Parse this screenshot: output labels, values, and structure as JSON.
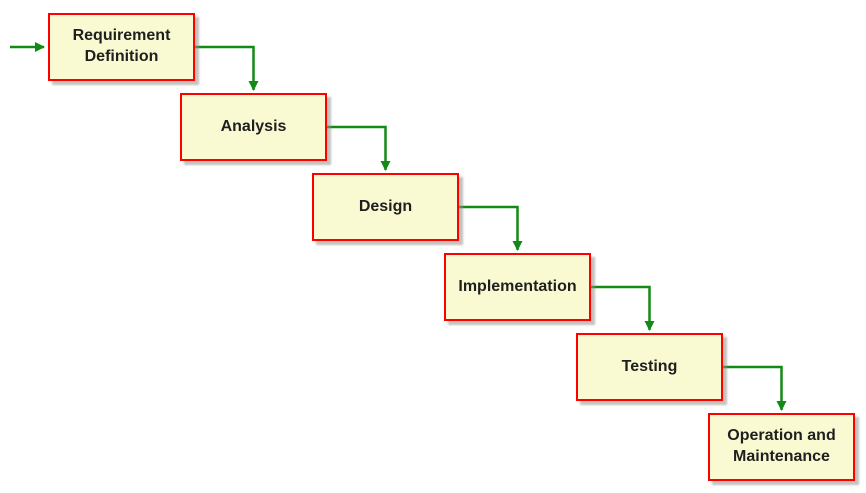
{
  "diagram": {
    "type": "flowchart",
    "model": "waterfall",
    "steps": [
      {
        "label": "Requirement Definition"
      },
      {
        "label": "Analysis"
      },
      {
        "label": "Design"
      },
      {
        "label": "Implementation"
      },
      {
        "label": "Testing"
      },
      {
        "label": "Operation and Maintenance"
      }
    ],
    "connections": [
      {
        "from": "start",
        "to": "Requirement Definition"
      },
      {
        "from": "Requirement Definition",
        "to": "Analysis"
      },
      {
        "from": "Analysis",
        "to": "Design"
      },
      {
        "from": "Design",
        "to": "Implementation"
      },
      {
        "from": "Implementation",
        "to": "Testing"
      },
      {
        "from": "Testing",
        "to": "Operation and Maintenance"
      }
    ],
    "colors": {
      "box_fill": "#FAFAD2",
      "box_border": "#FF0000",
      "arrow": "#148A14",
      "text": "#1F1F1F",
      "background": "#FFFFFF"
    }
  }
}
